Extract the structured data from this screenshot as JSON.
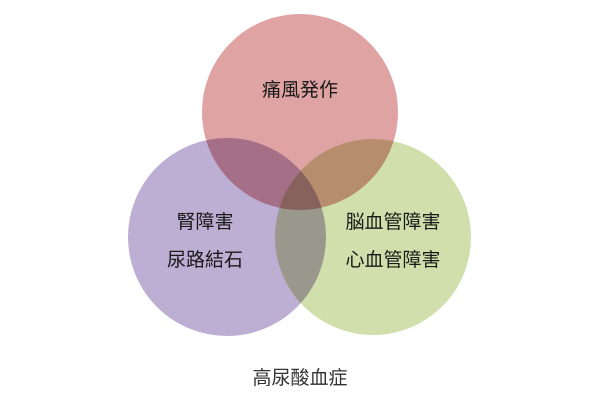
{
  "diagram": {
    "type": "venn",
    "title": "高尿酸血症",
    "sets": [
      {
        "name": "top",
        "lines": [
          "痛風発作"
        ],
        "color": "#dfa3a3"
      },
      {
        "name": "left",
        "lines": [
          "腎障害",
          "尿路結石"
        ],
        "color": "#bdaed3"
      },
      {
        "name": "right",
        "lines": [
          "脳血管障害",
          "心血管障害"
        ],
        "color": "#d0dfab"
      }
    ]
  }
}
